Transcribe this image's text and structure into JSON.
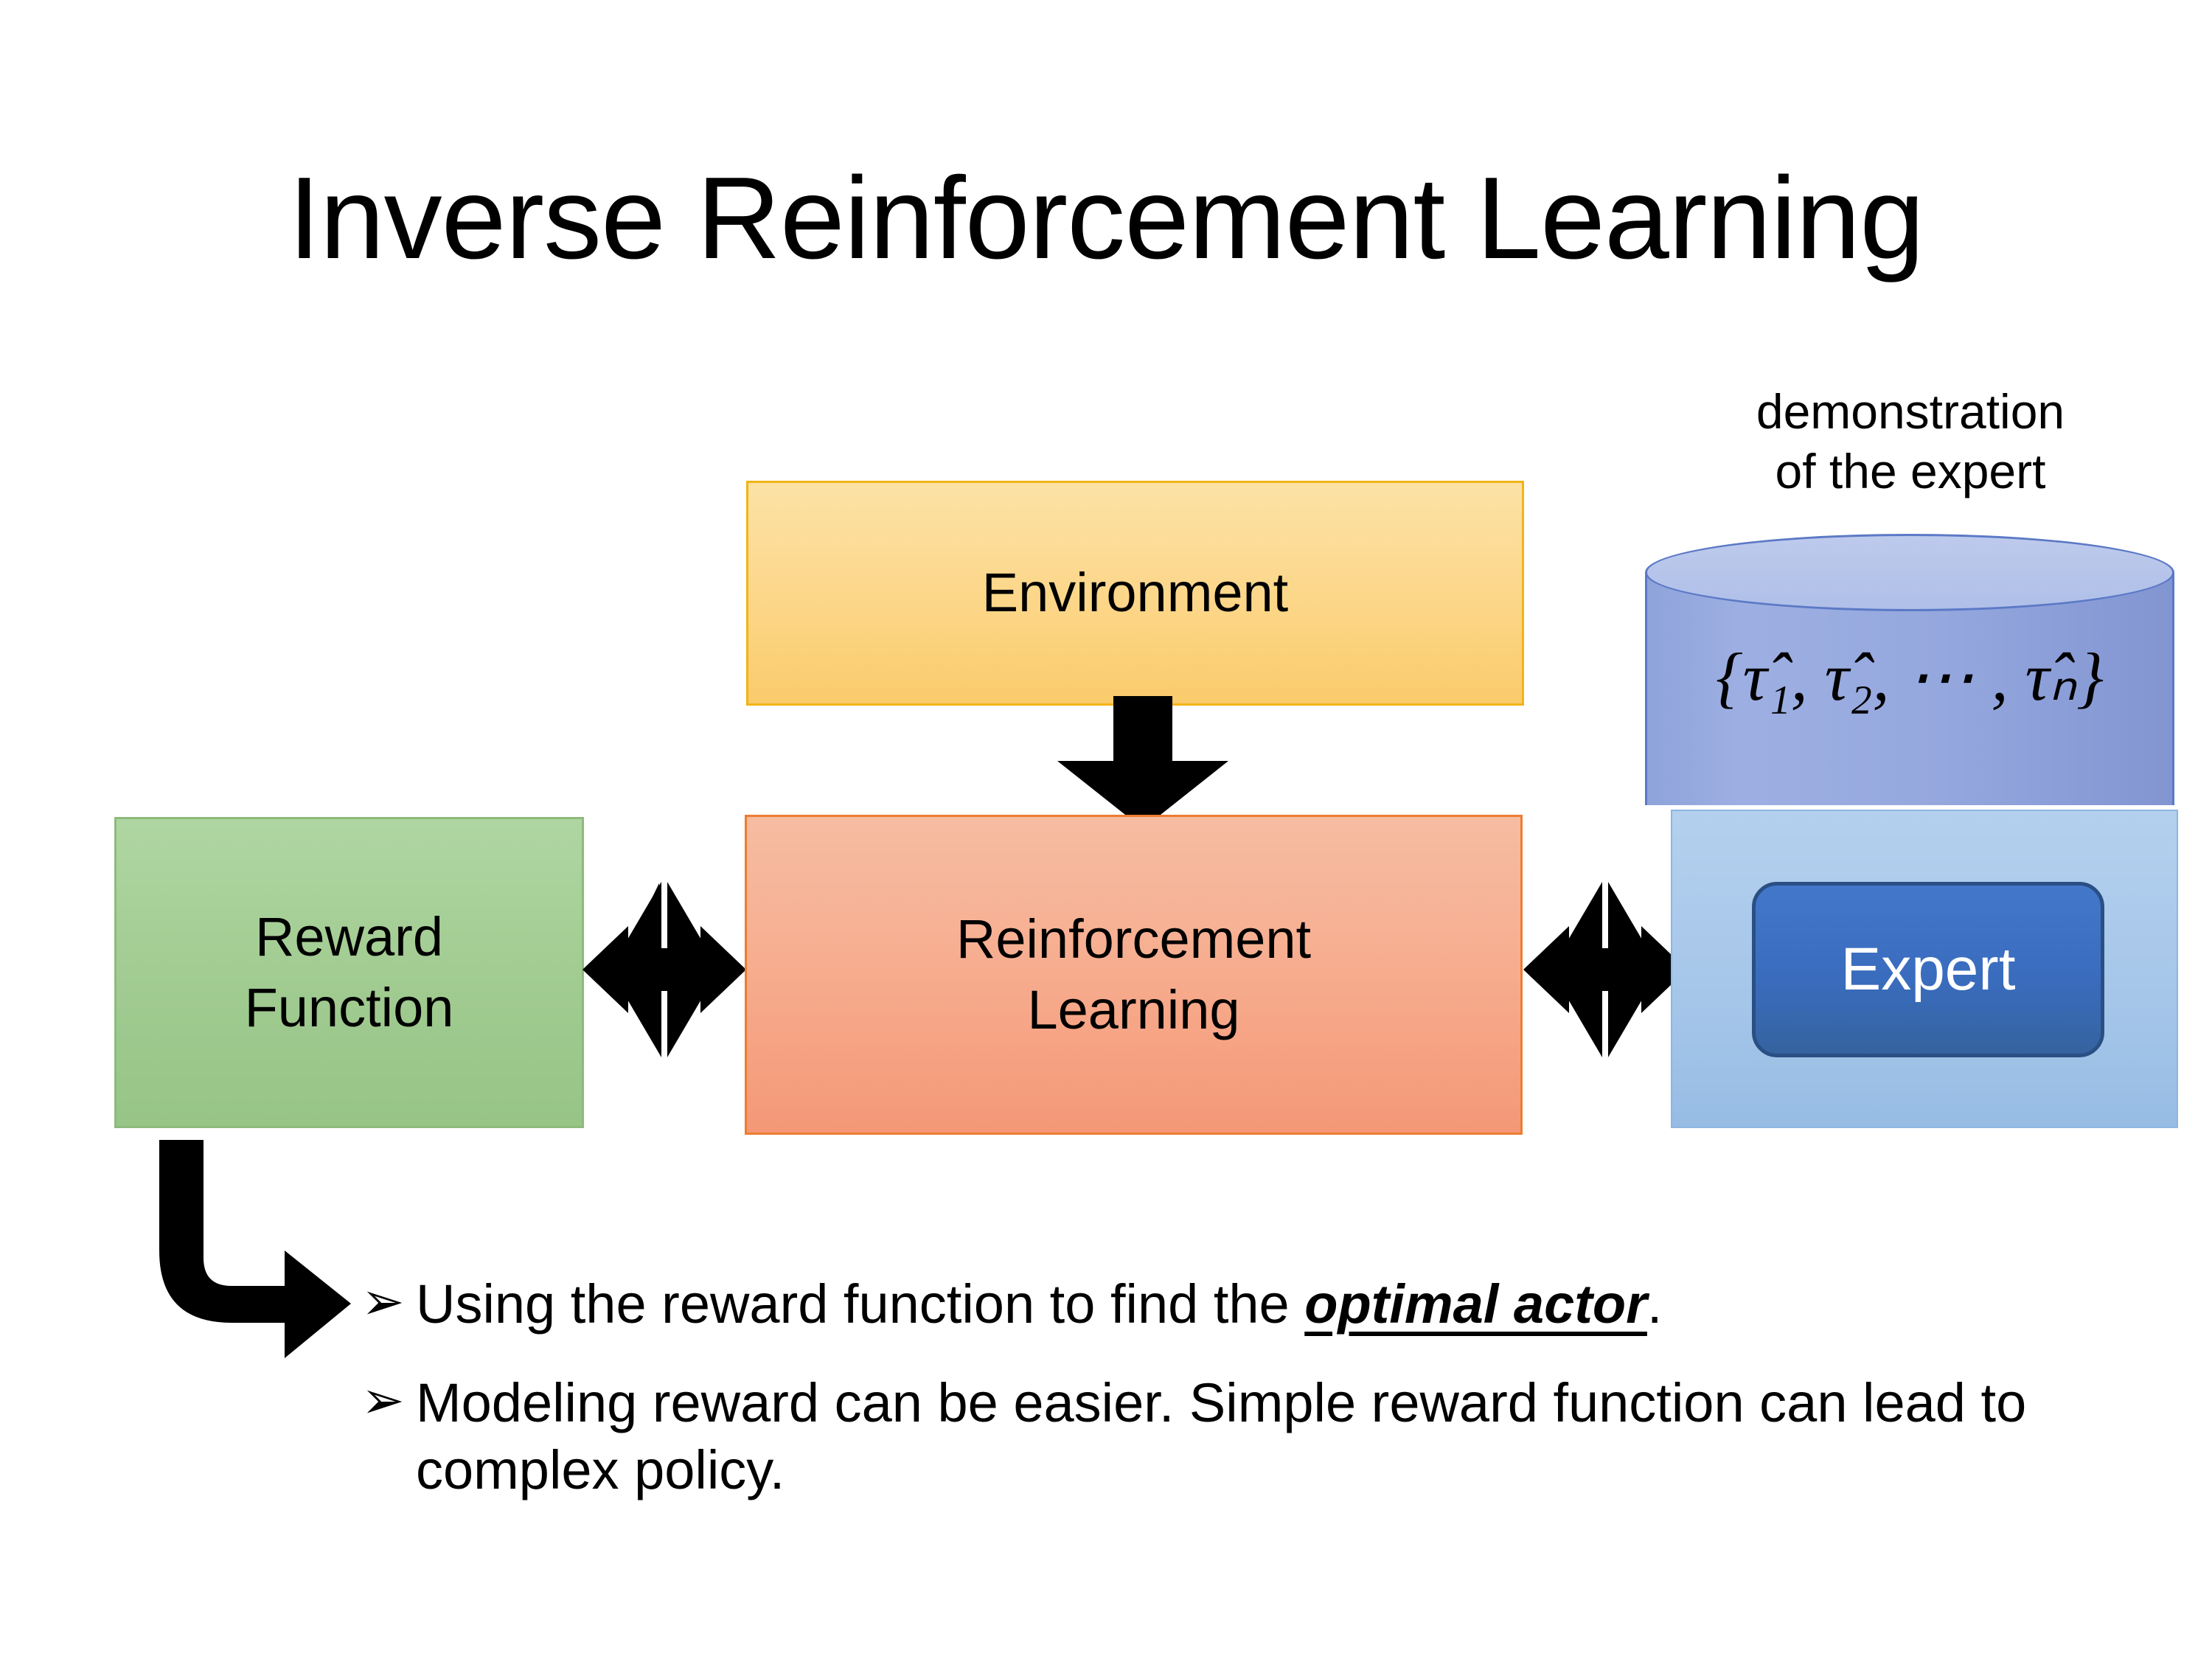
{
  "slide": {
    "title": "Inverse Reinforcement Learning",
    "background_color": "#FFFFFF"
  },
  "diagram": {
    "environment": {
      "label": "Environment",
      "fill_color": "#FACB6B",
      "border_color": "#F2B417"
    },
    "reward_function": {
      "label": "Reward\nFunction",
      "fill_color": "#A2CC92",
      "border_color": "#8CBB7C"
    },
    "reinforcement_learning": {
      "label": "Reinforcement\nLearning",
      "fill_color": "#F7AE90",
      "border_color": "#ED7D31"
    },
    "expert_panel": {
      "fill_color": "#A5C6E9",
      "border_color": "#8CB6E2"
    },
    "expert_button": {
      "label": "Expert",
      "fill_color": "#3A6CBE",
      "border_color": "#2A4F84",
      "text_color": "#FFFFFF"
    },
    "demonstration_store": {
      "caption": "demonstration\nof the expert",
      "formula": "{τ̂₁, τ̂₂, ⋯ , τ̂ₙ}",
      "formula_plain": "{tau-hat 1, tau-hat 2, ... , tau-hat N}",
      "fill_color": "#95A8DE",
      "border_color": "#5C79C6"
    },
    "connectors": {
      "environment_to_rl": "down-arrow",
      "reward_to_rl": "four-way-arrow",
      "rl_to_expert": "four-way-arrow",
      "reward_to_bullets": "elbow-arrow",
      "color": "#000000"
    }
  },
  "bullets": {
    "marker": "➢",
    "items": [
      {
        "prefix": "Using the reward function to find the ",
        "emphasis": "optimal actor",
        "suffix": "."
      },
      {
        "prefix": "Modeling reward can be easier. Simple reward function can lead to complex policy.",
        "emphasis": "",
        "suffix": ""
      }
    ]
  }
}
